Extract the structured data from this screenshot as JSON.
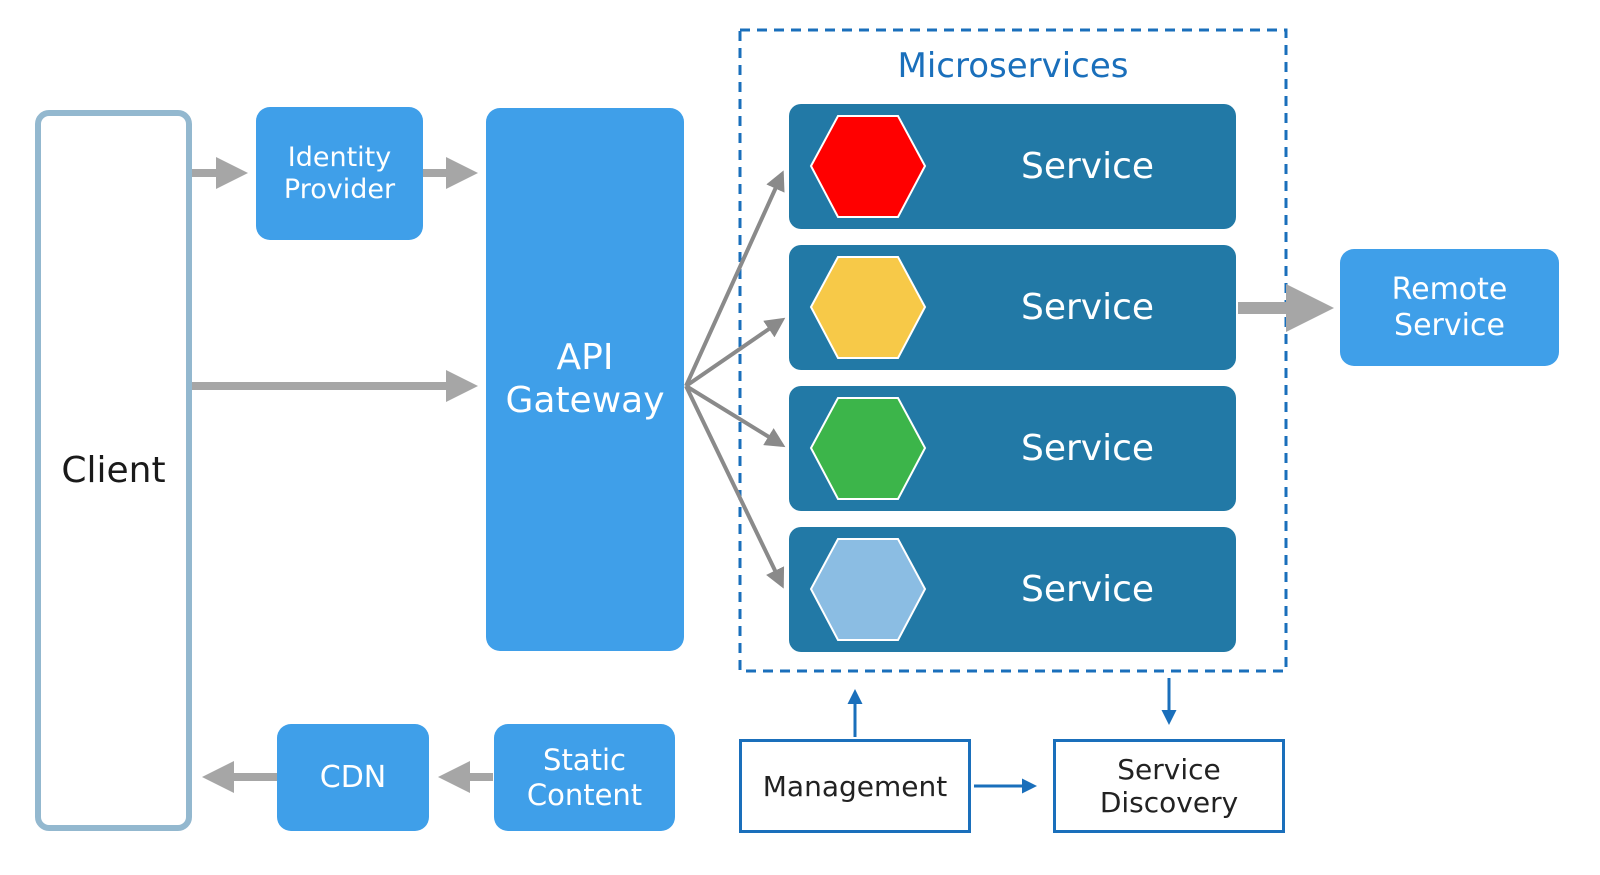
{
  "client": {
    "label": "Client"
  },
  "identity_provider": {
    "label": "Identity\nProvider"
  },
  "api_gateway": {
    "label": "API\nGateway"
  },
  "microservices": {
    "title": "Microservices",
    "services": [
      {
        "label": "Service",
        "color": "#ff0000"
      },
      {
        "label": "Service",
        "color": "#f7c948"
      },
      {
        "label": "Service",
        "color": "#3cb54a"
      },
      {
        "label": "Service",
        "color": "#8bbde3"
      }
    ]
  },
  "remote_service": {
    "label": "Remote\nService"
  },
  "cdn": {
    "label": "CDN"
  },
  "static_content": {
    "label": "Static\nContent"
  },
  "management": {
    "label": "Management"
  },
  "service_discovery": {
    "label": "Service\nDiscovery"
  },
  "colors": {
    "box_blue": "#3f9fe9",
    "service_teal": "#2279a6",
    "client_border": "#93b8cf",
    "connector_gray": "#a6a6a6",
    "outline_blue": "#1a6fbb"
  }
}
